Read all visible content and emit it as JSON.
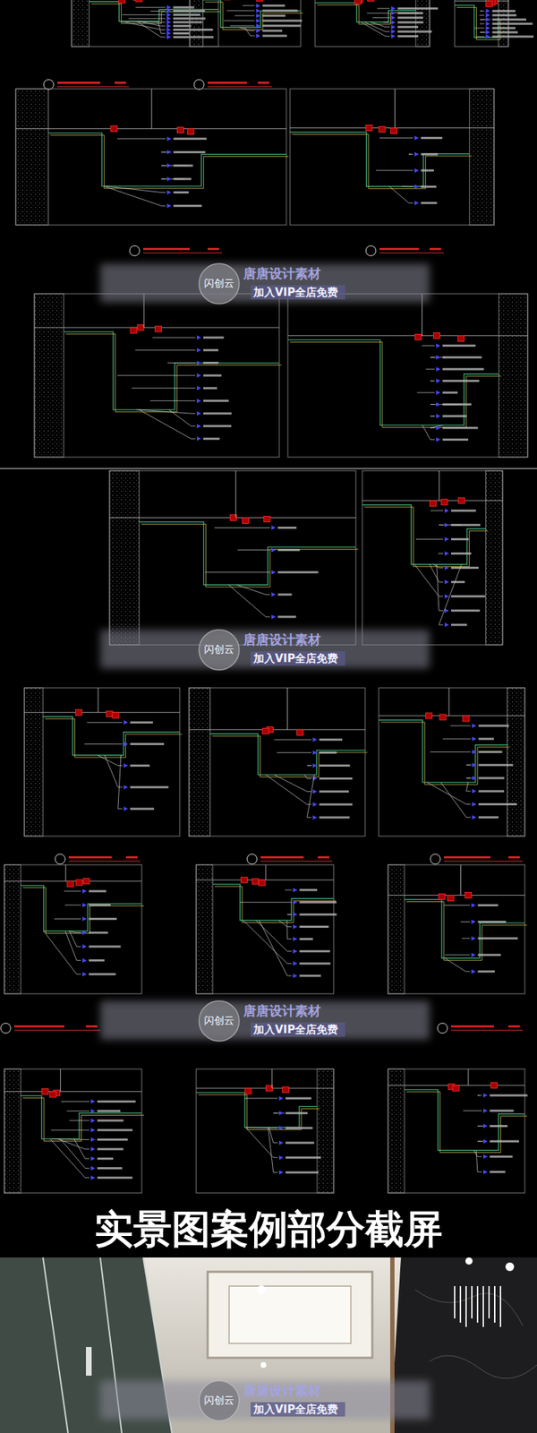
{
  "diagram": {
    "labels": [
      "闪创云",
      "唐唐设计素材",
      "加入VIP全店免费",
      "闪创云",
      "唐唐设计素材",
      "加入VIP全店免费",
      "闪创云",
      "唐唐设计素材",
      "加入VIP全店免费",
      "实景图案例部分截屏",
      "闪创云",
      "唐唐设计素材",
      "加入VIP全店免费"
    ]
  }
}
